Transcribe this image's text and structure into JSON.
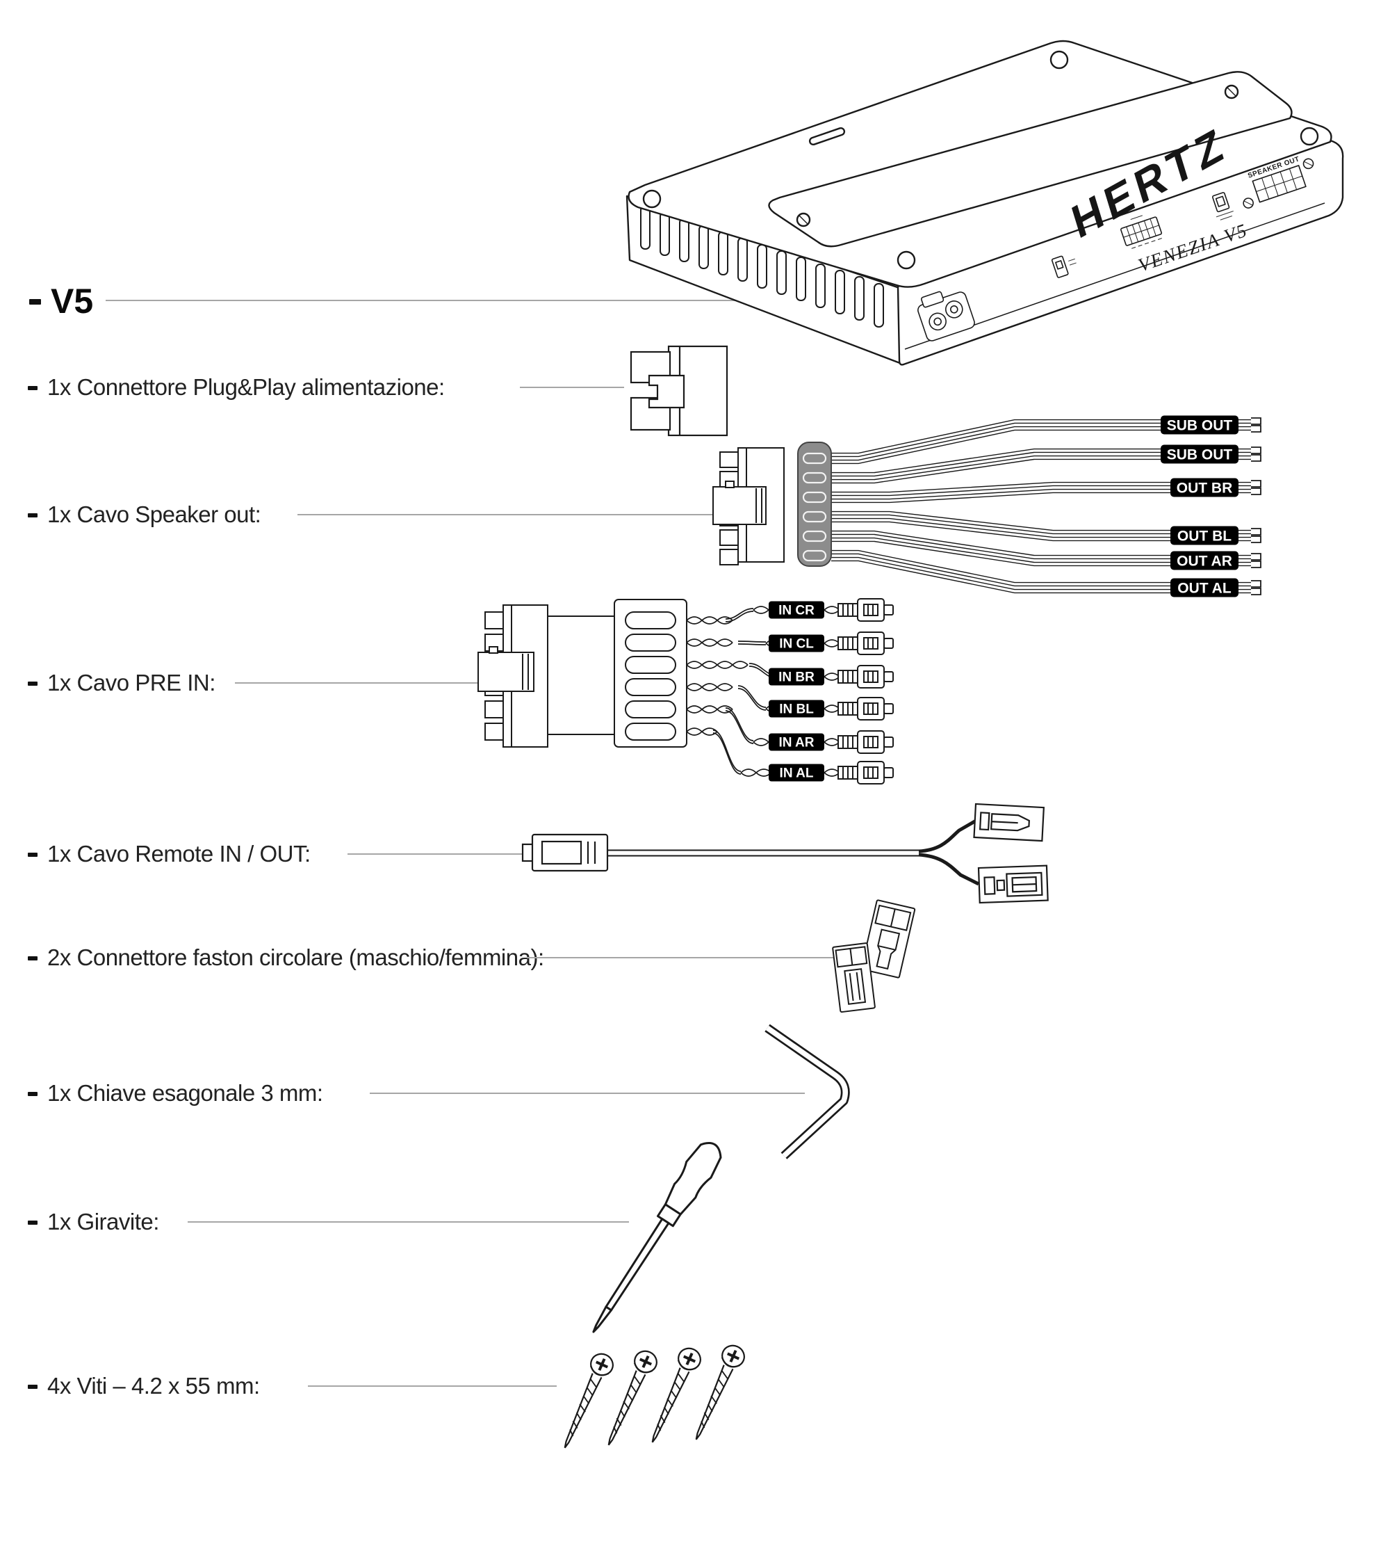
{
  "header": {
    "model_title": "V5"
  },
  "items": [
    {
      "label": "1x Connettore Plug&Play alimentazione:"
    },
    {
      "label": "1x Cavo Speaker out:"
    },
    {
      "label": "1x Cavo PRE IN:"
    },
    {
      "label": "1x Cavo Remote IN / OUT:"
    },
    {
      "label": "2x Connettore faston circolare (maschio/femmina):"
    },
    {
      "label": "1x Chiave esagonale 3 mm:"
    },
    {
      "label": "1x Giravite:"
    },
    {
      "label": "4x Viti – 4.2 x 55 mm:"
    }
  ],
  "amplifier": {
    "brand": "HERTZ",
    "model": "VENEZIA V5",
    "panel_label": "SPEAKER OUT"
  },
  "speaker_out": {
    "labels": [
      "SUB OUT",
      "SUB OUT",
      "OUT BR",
      "OUT BL",
      "OUT AR",
      "OUT AL"
    ]
  },
  "pre_in": {
    "labels": [
      "IN CR",
      "IN CL",
      "IN BR",
      "IN BL",
      "IN AR",
      "IN AL"
    ]
  },
  "colors": {
    "line": "#1a1a1a",
    "leader": "#a6a6a6",
    "tag_bg": "#000000",
    "tag_text": "#ffffff",
    "ferrite": "#8c8c8c"
  }
}
